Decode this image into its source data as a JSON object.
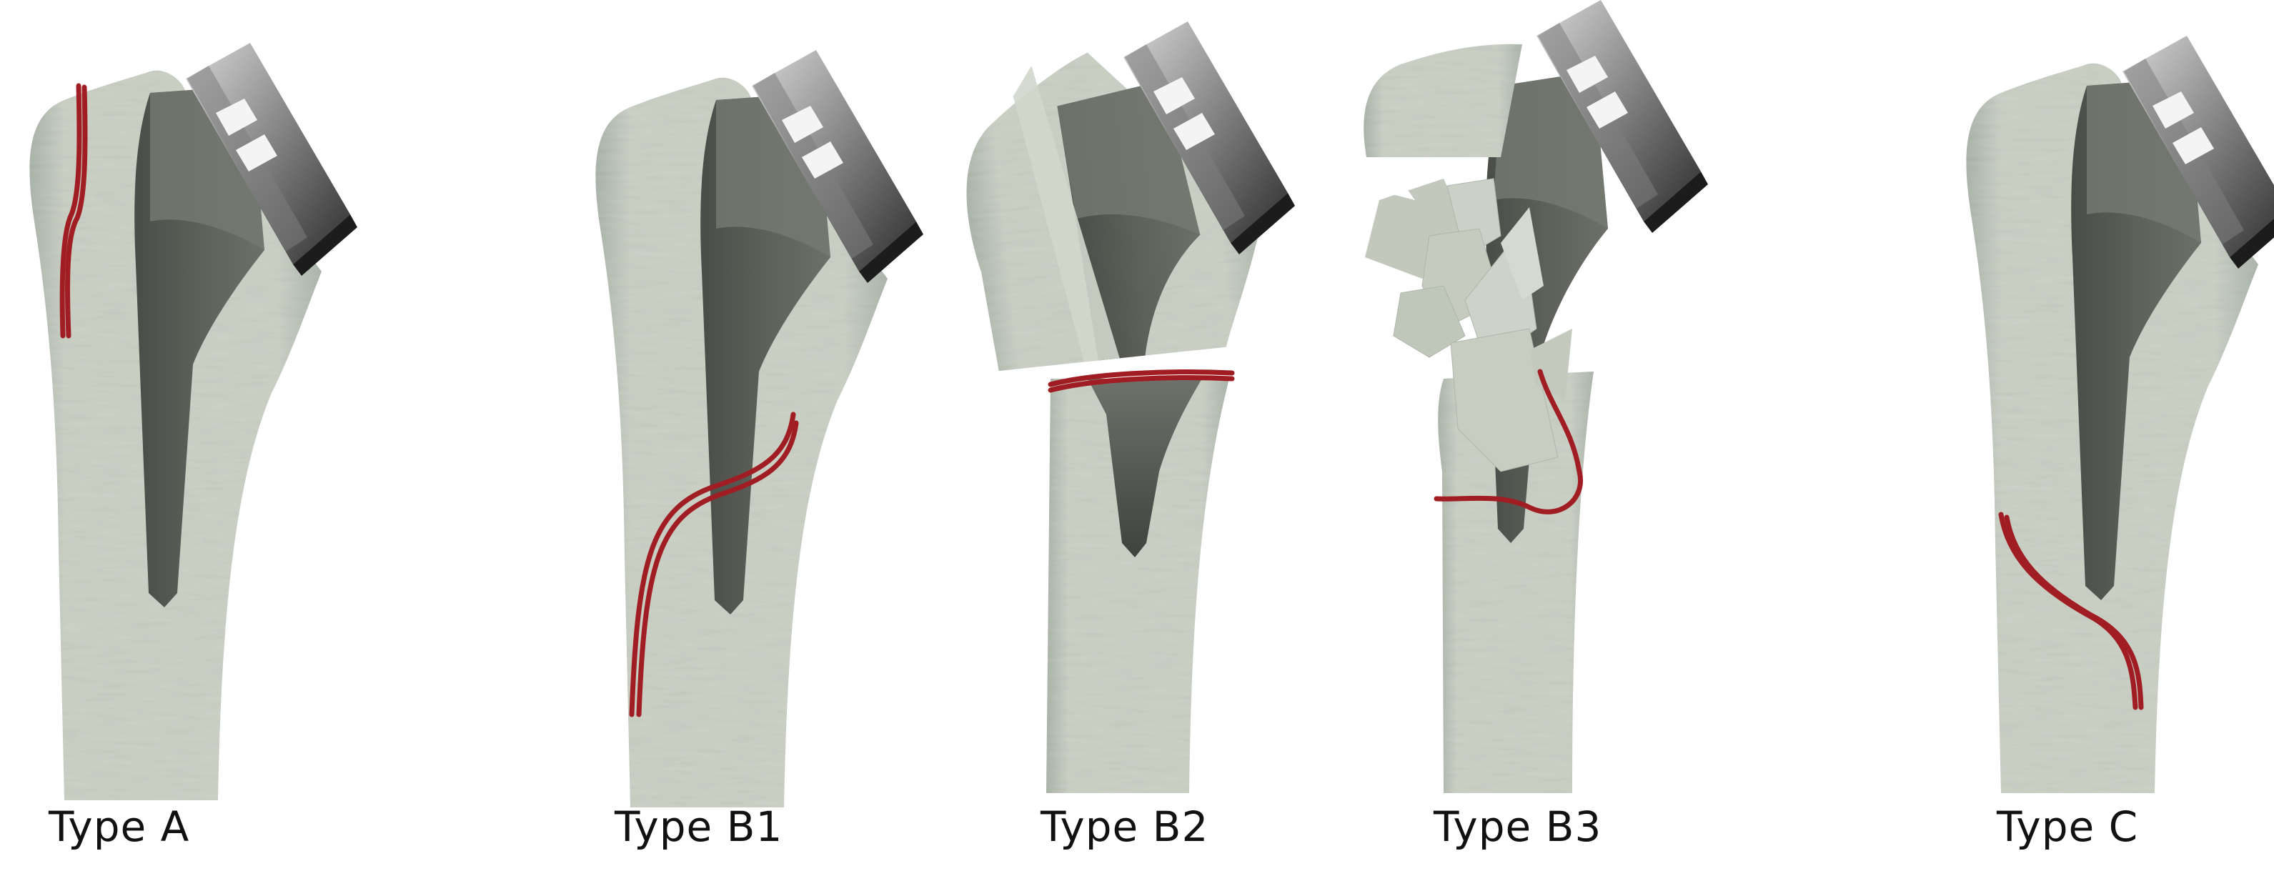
{
  "panels": [
    {
      "id": "type-a",
      "label": "Type A"
    },
    {
      "id": "type-b1",
      "label": "Type B1"
    },
    {
      "id": "type-b2",
      "label": "Type B2"
    },
    {
      "id": "type-b3",
      "label": "Type B3"
    },
    {
      "id": "type-c",
      "label": "Type C"
    }
  ],
  "colors": {
    "bone": "#c7cdc1",
    "bone_shade": "#9fa99e",
    "stem": "#5b5e57",
    "stem_dark": "#3f423d",
    "fracture_line": "#a11d24",
    "label_text": "#111111"
  }
}
